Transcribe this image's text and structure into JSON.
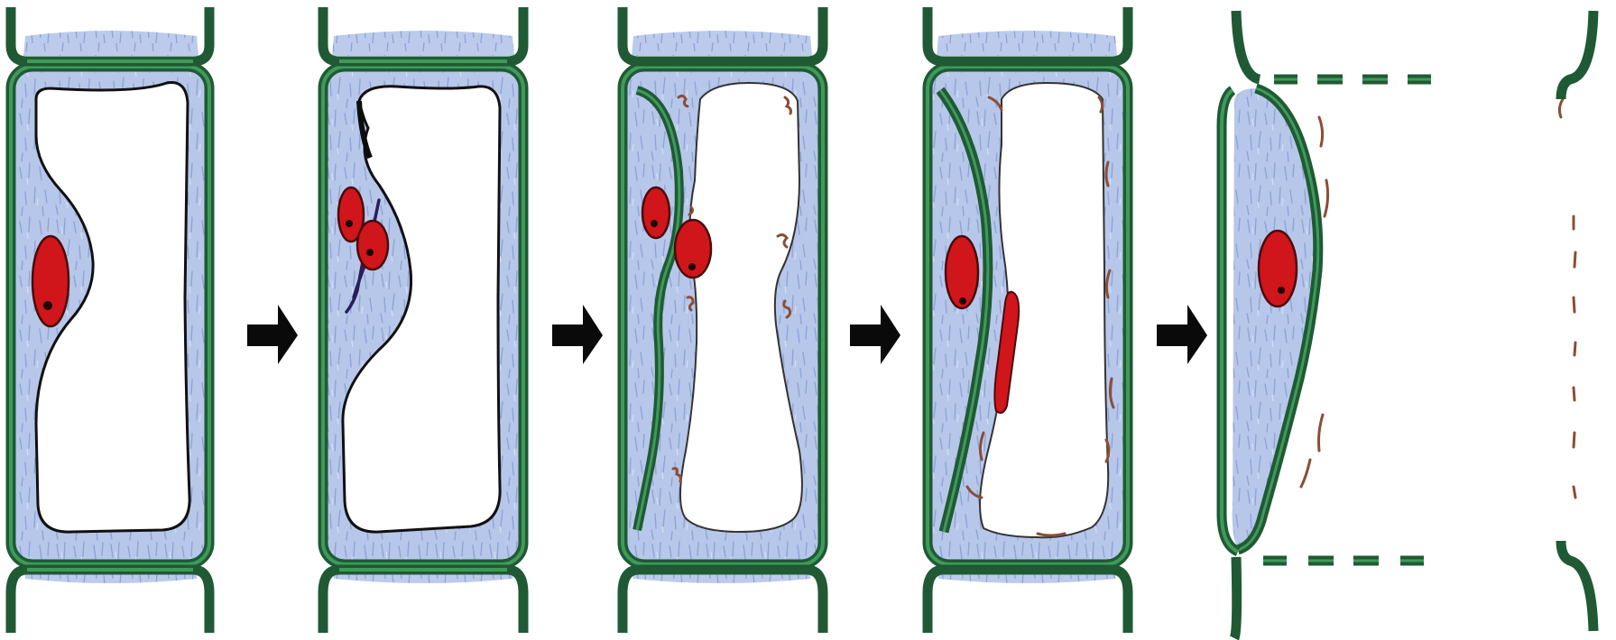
{
  "figure": {
    "stages": [
      {
        "name": "stage-1",
        "description_visible": ""
      },
      {
        "name": "stage-2",
        "description_visible": ""
      },
      {
        "name": "stage-3",
        "description_visible": ""
      },
      {
        "name": "stage-4",
        "description_visible": ""
      },
      {
        "name": "stage-5",
        "description_visible": ""
      }
    ],
    "arrow_count": 4,
    "colors": {
      "cell_wall": "#1f5a34",
      "cell_wall_highlight": "#3f9a5a",
      "cytoplasm": "#a9bde3",
      "nucleus": "#d0161b",
      "pit_plug": "#b8c92a",
      "debris": "#8a4e36",
      "arrow": "#0a0a0a",
      "background": "#ffffff"
    }
  }
}
